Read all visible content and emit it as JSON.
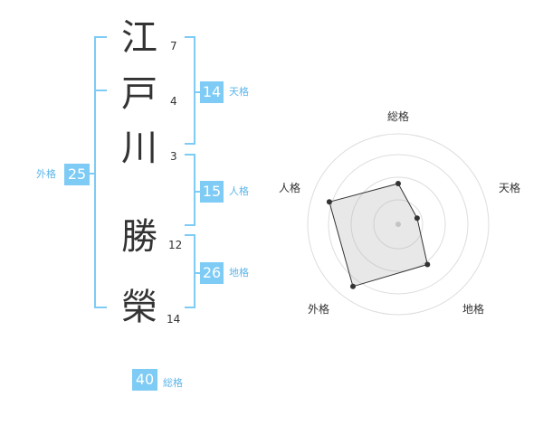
{
  "name_chars": [
    {
      "char": "江",
      "strokes": "7"
    },
    {
      "char": "戸",
      "strokes": "4"
    },
    {
      "char": "川",
      "strokes": "3"
    },
    {
      "char": "勝",
      "strokes": "12"
    },
    {
      "char": "榮",
      "strokes": "14"
    }
  ],
  "kaku": {
    "tenkaku": {
      "value": "14",
      "label": "天格"
    },
    "jinkaku": {
      "value": "15",
      "label": "人格"
    },
    "chikaku": {
      "value": "26",
      "label": "地格"
    },
    "gaikaku": {
      "value": "25",
      "label": "外格"
    },
    "soukaku": {
      "value": "40",
      "label": "総格"
    }
  },
  "radar": {
    "labels": {
      "top": "総格",
      "right": "天格",
      "bottom_right": "地格",
      "bottom_left": "外格",
      "left": "人格"
    },
    "values": {
      "soukaku": 0.45,
      "tenkaku": 0.22,
      "chikaku": 0.55,
      "gaikaku": 0.85,
      "jinkaku": 0.8
    }
  },
  "colors": {
    "accent": "#7ecbf5",
    "accent_text": "#5cb6ea",
    "text": "#333333"
  }
}
